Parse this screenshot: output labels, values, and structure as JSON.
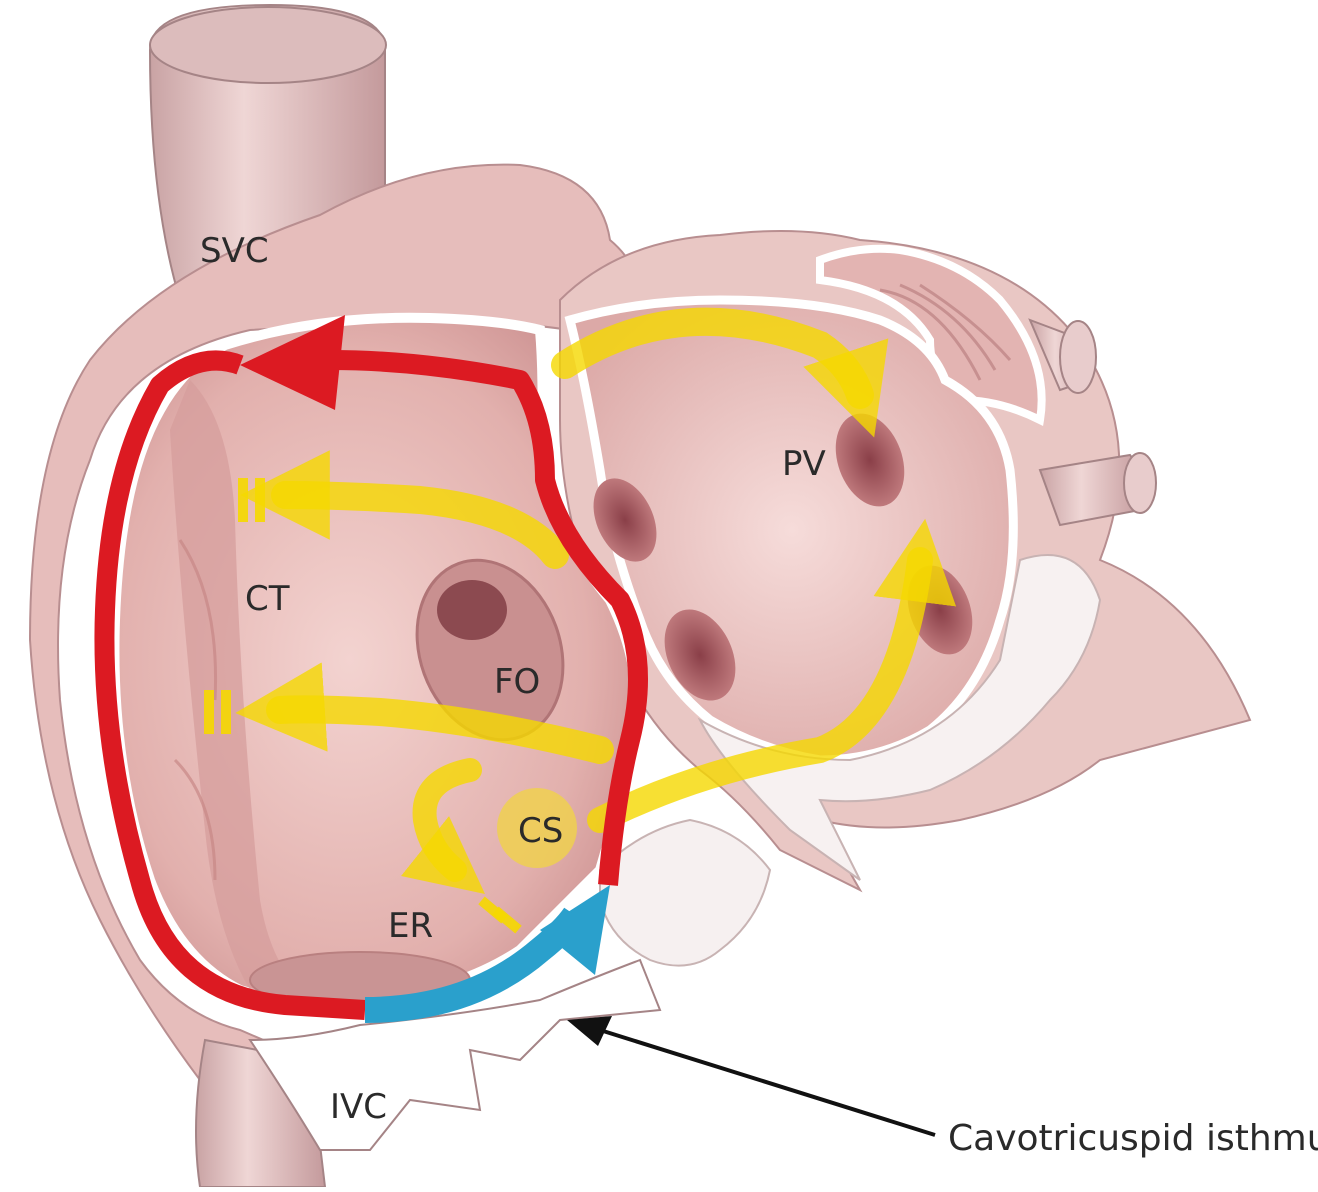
{
  "labels": {
    "svc": "SVC",
    "ivc": "IVC",
    "ct": "CT",
    "fo": "FO",
    "cs": "CS",
    "er": "ER",
    "pv": "PV"
  },
  "callout": {
    "text": "Cavotricuspid isthmus"
  },
  "colors": {
    "macro_reentry": "#dc1a22",
    "isthmus": "#2aa0cc",
    "focal_activation": "#f5d800",
    "tissue": "#e8bfbc",
    "tissue_dark": "#b06f72"
  }
}
